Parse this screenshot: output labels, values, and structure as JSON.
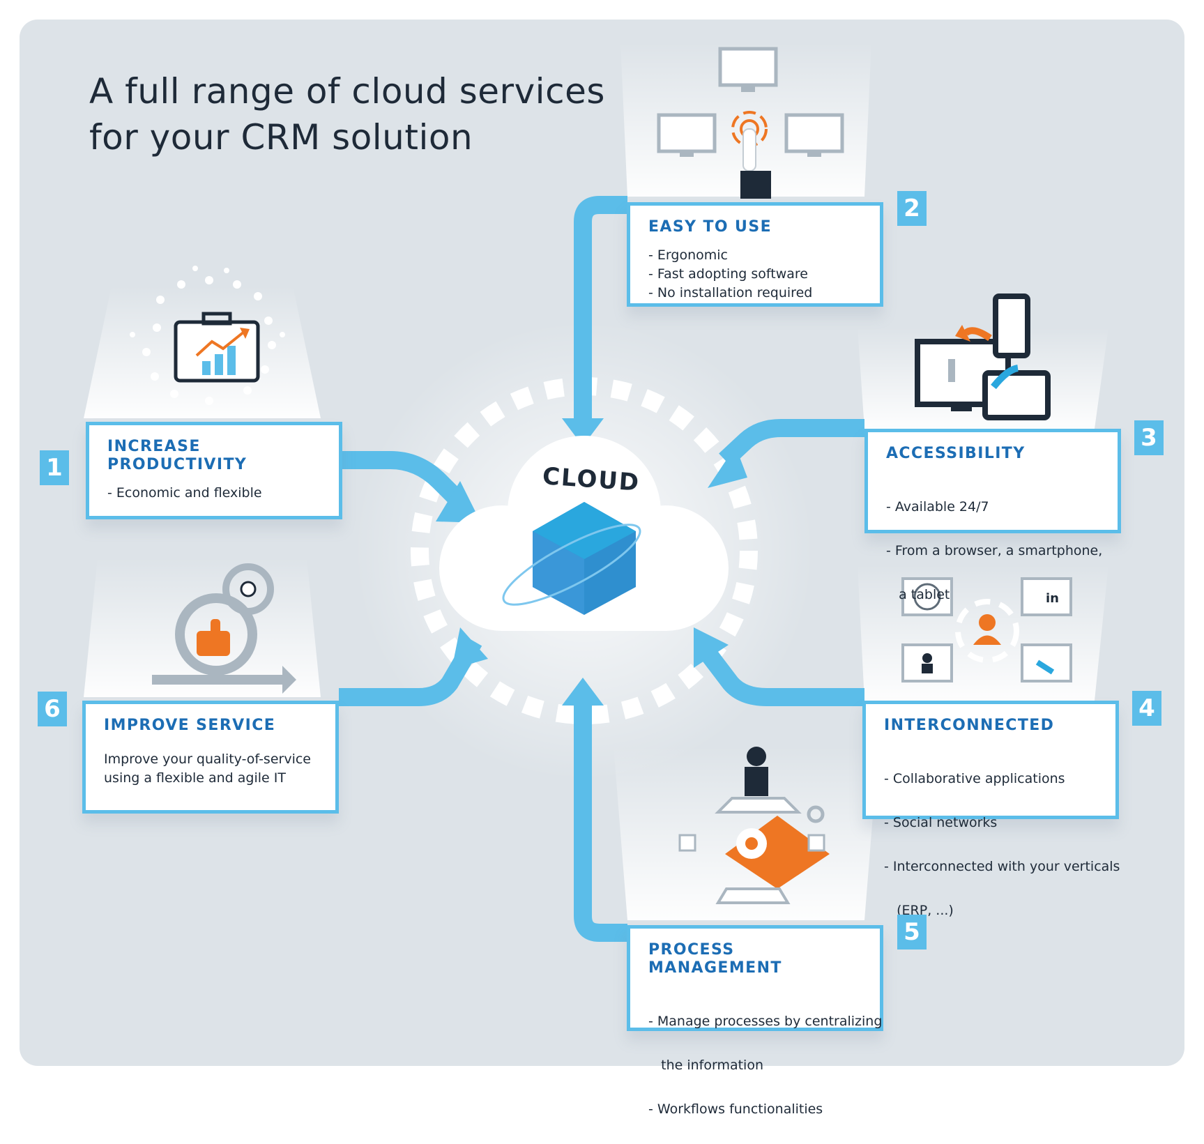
{
  "title": {
    "line1": "A full range of cloud services",
    "line2": "for your CRM solution"
  },
  "center": {
    "label": "CLOUD"
  },
  "colors": {
    "accent_blue": "#5bbde9",
    "heading_blue": "#1c6db4",
    "orange": "#ee7623",
    "dark": "#1e2a38",
    "background": "#dde3e8"
  },
  "steps": [
    {
      "number": "1",
      "heading_line1": "INCREASE",
      "heading_line2": "PRODUCTIVITY",
      "items": [
        "- Economic and flexible"
      ],
      "icon": "briefcase-growth-icon"
    },
    {
      "number": "2",
      "heading": "EASY TO USE",
      "items": [
        "- Ergonomic",
        "- Fast adopting software",
        "- No installation required"
      ],
      "icon": "touch-screens-icon"
    },
    {
      "number": "3",
      "heading": "ACCESSIBILITY",
      "items": [
        "- Available 24/7",
        "- From a browser, a smartphone,",
        "   a tablet"
      ],
      "icon": "multi-device-sync-icon"
    },
    {
      "number": "4",
      "heading": "INTERCONNECTED",
      "items": [
        "- Collaborative applications",
        "- Social networks",
        "- Interconnected with your verticals",
        "   (ERP, ...)"
      ],
      "icon": "network-user-icon"
    },
    {
      "number": "5",
      "heading": "PROCESS MANAGEMENT",
      "items": [
        "- Manage processes by centralizing",
        "   the information",
        "- Workflows functionalities"
      ],
      "icon": "process-gear-icon"
    },
    {
      "number": "6",
      "heading": "IMPROVE SERVICE",
      "description_line1": "Improve your quality-of-service",
      "description_line2": "using a flexible and agile IT",
      "icon": "thumbs-up-cycle-icon"
    }
  ]
}
